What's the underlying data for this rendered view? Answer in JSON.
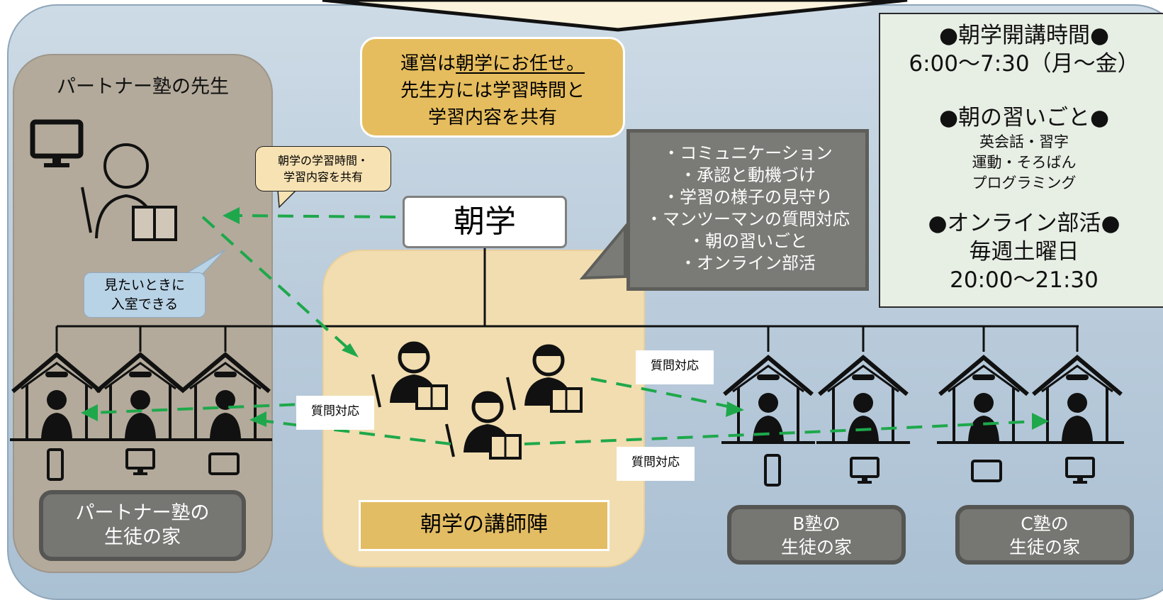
{
  "partner_panel": {
    "title": "パートナー塾の先生"
  },
  "unei_box": {
    "prefix": "運営は",
    "underlined": "朝学にお任せ。",
    "line2": "先生方には学習時間と",
    "line3": "学習内容を共有"
  },
  "center_label": "朝学",
  "share_bubble": {
    "line1": "朝学の学習時間・",
    "line2": "学習内容を共有"
  },
  "enter_bubble": {
    "line1": "見たいときに",
    "line2": "入室できる"
  },
  "features": [
    "・コミュニケーション",
    "・承認と動機づけ",
    "・学習の様子の見守り",
    "・マンツーマンの質問対応",
    "・朝の習いごと",
    "・オンライン部活"
  ],
  "info": {
    "h1": "●朝学開講時間●",
    "h1_value": "6:00～7:30（月～金）",
    "h2": "●朝の習いごと●",
    "h2_items": [
      "英会話・習字",
      "運動・そろばん",
      "プログラミング"
    ],
    "h3": "●オンライン部活●",
    "h3_v1": "毎週土曜日",
    "h3_v2": "20:00～21:30"
  },
  "labels": {
    "partner_home": [
      "パートナー塾の",
      "生徒の家"
    ],
    "b_home": [
      "B塾の",
      "生徒の家"
    ],
    "c_home": [
      "C塾の",
      "生徒の家"
    ],
    "instructors": "朝学の講師陣"
  },
  "question_label": "質問対応",
  "colors": {
    "arrow": "#1ea84b",
    "panel_blue": "#bccddc",
    "panel_gold": "#e6bd5e",
    "partner_panel": "#b3aa9b"
  },
  "icons": [
    "monitor-icon",
    "teacher-icon",
    "house-icon",
    "student-icon",
    "smartphone-icon",
    "tablet-icon"
  ]
}
